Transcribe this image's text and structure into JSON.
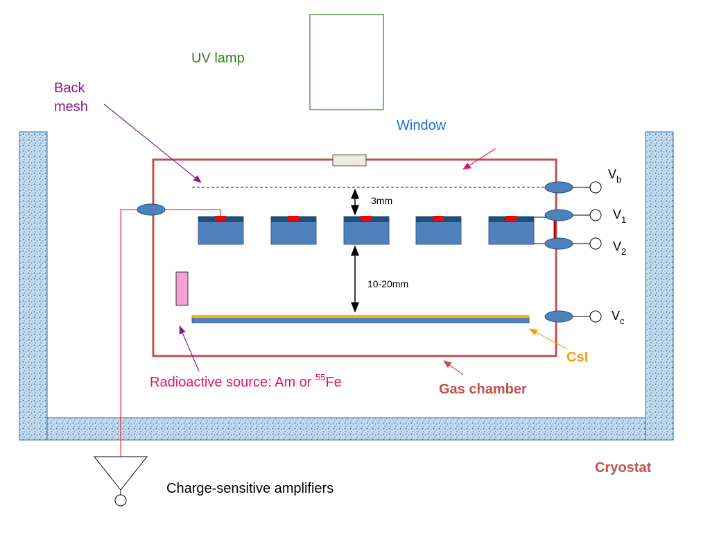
{
  "labels": {
    "uv_lamp": "UV lamp",
    "back_mesh_line1": "Back",
    "back_mesh_line2": "mesh",
    "window": "Window",
    "gap_small": "3mm",
    "gap_large": "10-20mm",
    "csi": "CsI",
    "gas_chamber": "Gas chamber",
    "cryostat": "Cryostat",
    "radioactive_source_prefix": "Radioactive source: Am or ",
    "radioactive_source_sup": "55",
    "radioactive_source_suffix": "Fe",
    "amplifiers": "Charge-sensitive amplifiers"
  },
  "voltages": {
    "vb": {
      "main": "V",
      "sub": "b"
    },
    "v1": {
      "main": "V",
      "sub": "1"
    },
    "v2": {
      "main": "V",
      "sub": "2"
    },
    "vc": {
      "main": "V",
      "sub": "c"
    }
  },
  "colors": {
    "uv_lamp": "#2e7d1e",
    "back_mesh": "#8b1a89",
    "window_label": "#1f6fd1",
    "window_arrow": "#e2136e",
    "chamber": "#c0504d",
    "csi": "#f59d0a",
    "source": "#e2136e",
    "cryostat_label": "#c0504d",
    "pad": "#4f81bd",
    "pad_top": "#1f4e79",
    "contact": "#ff0000",
    "wire": "#ff0000"
  }
}
